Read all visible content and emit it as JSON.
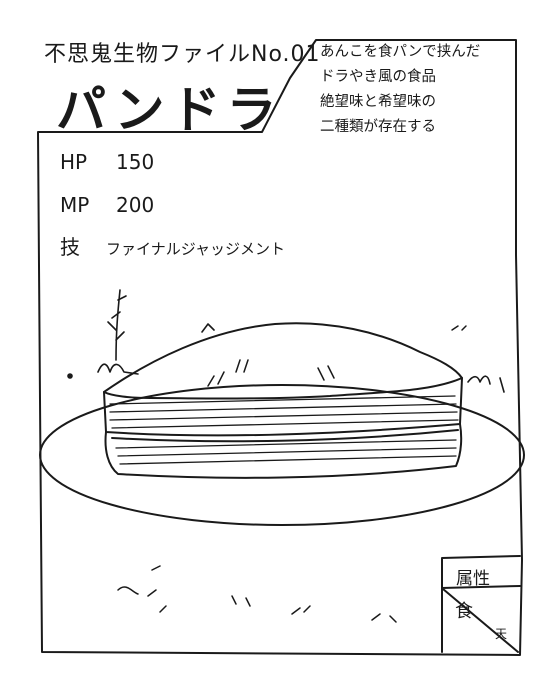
{
  "card": {
    "file_label": "不思鬼生物ファイルNo.01",
    "name": "パンドラ",
    "description": [
      "あんこを食パンで挟んだ",
      "ドラやき風の食品",
      "絶望味と希望味の",
      "二種類が存在する"
    ],
    "stats": [
      {
        "key": "HP",
        "value": "150"
      },
      {
        "key": "MP",
        "value": "200"
      },
      {
        "key": "技",
        "value": "ファイナルジャッジメント"
      }
    ],
    "attribute": {
      "header": "属性",
      "first": "食",
      "second": "天"
    }
  }
}
